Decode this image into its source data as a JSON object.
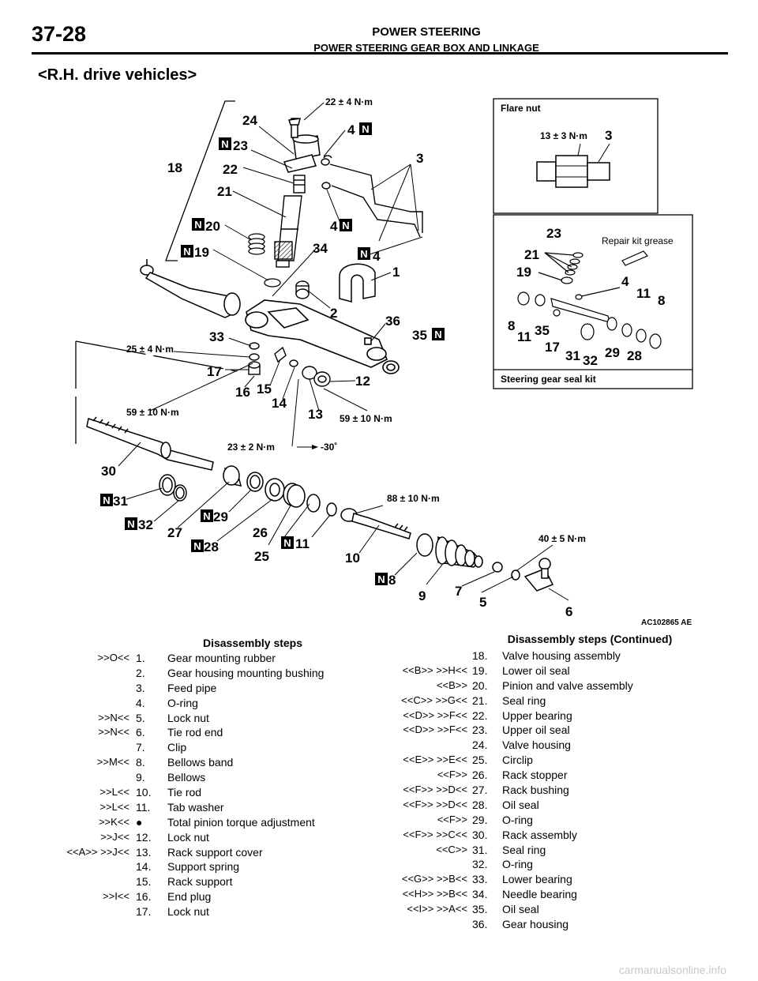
{
  "header": {
    "page_number": "37-28",
    "title": "POWER STEERING",
    "subtitle": "POWER STEERING GEAR BOX AND LINKAGE"
  },
  "section_title": "<R.H. drive vehicles>",
  "diagram": {
    "code": "AC102865 AE",
    "flare_nut_label": "Flare nut",
    "repair_kit_label": "Repair kit grease",
    "seal_kit_label": "Steering gear seal kit",
    "torques": {
      "t1": "22 ± 4 N·m",
      "t2": "13 ± 3 N·m",
      "t3": "25 ± 4 N·m",
      "t4": "59 ± 10 N·m",
      "t5": "59 ± 10 N·m",
      "t6": "23 ± 2 N·m",
      "t6b": "-30˚",
      "t7": "88 ± 10 N·m",
      "t8": "40 ± 5 N·m"
    },
    "new_marker": "N"
  },
  "left_steps": {
    "heading": "Disassembly steps",
    "rows": [
      {
        "mark": ">>O<<",
        "no": "1.",
        "text": "Gear mounting rubber"
      },
      {
        "mark": "",
        "no": "2.",
        "text": "Gear housing mounting bushing"
      },
      {
        "mark": "",
        "no": "3.",
        "text": "Feed pipe"
      },
      {
        "mark": "",
        "no": "4.",
        "text": "O-ring"
      },
      {
        "mark": ">>N<<",
        "no": "5.",
        "text": "Lock nut"
      },
      {
        "mark": ">>N<<",
        "no": "6.",
        "text": "Tie rod end"
      },
      {
        "mark": "",
        "no": "7.",
        "text": "Clip"
      },
      {
        "mark": ">>M<<",
        "no": "8.",
        "text": "Bellows band"
      },
      {
        "mark": "",
        "no": "9.",
        "text": "Bellows"
      },
      {
        "mark": ">>L<<",
        "no": "10.",
        "text": "Tie rod"
      },
      {
        "mark": ">>L<<",
        "no": "11.",
        "text": "Tab washer"
      },
      {
        "mark": ">>K<<",
        "no": "●",
        "text": "Total pinion torque adjustment"
      },
      {
        "mark": ">>J<<",
        "no": "12.",
        "text": "Lock nut"
      },
      {
        "mark": "<<A>>  >>J<<",
        "no": "13.",
        "text": "Rack support cover"
      },
      {
        "mark": "",
        "no": "14.",
        "text": "Support spring"
      },
      {
        "mark": "",
        "no": "15.",
        "text": "Rack support"
      },
      {
        "mark": ">>I<<",
        "no": "16.",
        "text": "End plug"
      },
      {
        "mark": "",
        "no": "17.",
        "text": "Lock nut"
      }
    ]
  },
  "right_steps": {
    "heading": "Disassembly steps (Continued)",
    "rows": [
      {
        "mark": "",
        "no": "18.",
        "text": "Valve housing assembly"
      },
      {
        "mark": "<<B>>  >>H<<",
        "no": "19.",
        "text": "Lower oil seal"
      },
      {
        "mark": "<<B>>",
        "no": "20.",
        "text": "Pinion and valve assembly"
      },
      {
        "mark": "<<C>>  >>G<<",
        "no": "21.",
        "text": "Seal ring"
      },
      {
        "mark": "<<D>>  >>F<<",
        "no": "22.",
        "text": "Upper bearing"
      },
      {
        "mark": "<<D>>  >>F<<",
        "no": "23.",
        "text": "Upper oil seal"
      },
      {
        "mark": "",
        "no": "24.",
        "text": "Valve housing"
      },
      {
        "mark": "<<E>>  >>E<<",
        "no": "25.",
        "text": "Circlip"
      },
      {
        "mark": "<<F>>",
        "no": "26.",
        "text": "Rack stopper"
      },
      {
        "mark": "<<F>>  >>D<<",
        "no": "27.",
        "text": "Rack bushing"
      },
      {
        "mark": "<<F>>  >>D<<",
        "no": "28.",
        "text": "Oil seal"
      },
      {
        "mark": "<<F>>",
        "no": "29.",
        "text": "O-ring"
      },
      {
        "mark": "<<F>>  >>C<<",
        "no": "30.",
        "text": "Rack assembly"
      },
      {
        "mark": "<<C>>",
        "no": "31.",
        "text": "Seal ring"
      },
      {
        "mark": "",
        "no": "32.",
        "text": "O-ring"
      },
      {
        "mark": "<<G>>  >>B<<",
        "no": "33.",
        "text": "Lower bearing"
      },
      {
        "mark": "<<H>>  >>B<<",
        "no": "34.",
        "text": "Needle bearing"
      },
      {
        "mark": "<<I>>  >>A<<",
        "no": "35.",
        "text": "Oil seal"
      },
      {
        "mark": "",
        "no": "36.",
        "text": "Gear housing"
      }
    ]
  },
  "watermark": "carmanualsonline.info"
}
